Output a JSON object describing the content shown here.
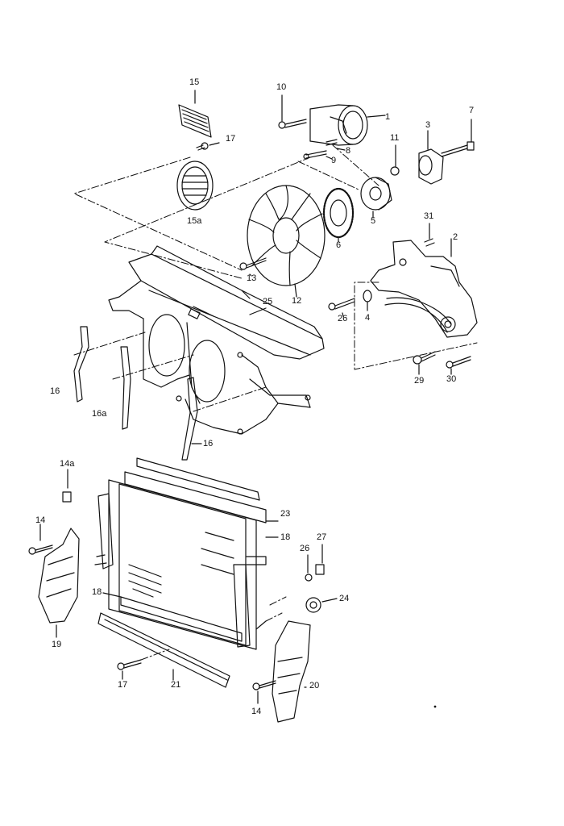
{
  "diagram": {
    "colors": {
      "ink": "#111111",
      "paper": "#ffffff"
    },
    "callouts": {
      "c1": "1",
      "c2": "2",
      "c3": "3",
      "c4": "4",
      "c5": "5",
      "c6": "6",
      "c7": "7",
      "c8": "8",
      "c9": "9",
      "c10": "10",
      "c11": "11",
      "c12": "12",
      "c13": "13",
      "c14a": "14",
      "c14b": "14",
      "c14sub": "14a",
      "c15": "15",
      "c15sub": "15a",
      "c16a": "16",
      "c16b": "16",
      "c16sub": "16a",
      "c17a": "17",
      "c17b": "17",
      "c18a": "18",
      "c18b": "18",
      "c19": "19",
      "c20": "20",
      "c21": "21",
      "c23": "23",
      "c24": "24",
      "c25": "25",
      "c26a": "26",
      "c26b": "26",
      "c27": "27",
      "c29": "29",
      "c30": "30",
      "c31": "31"
    }
  }
}
